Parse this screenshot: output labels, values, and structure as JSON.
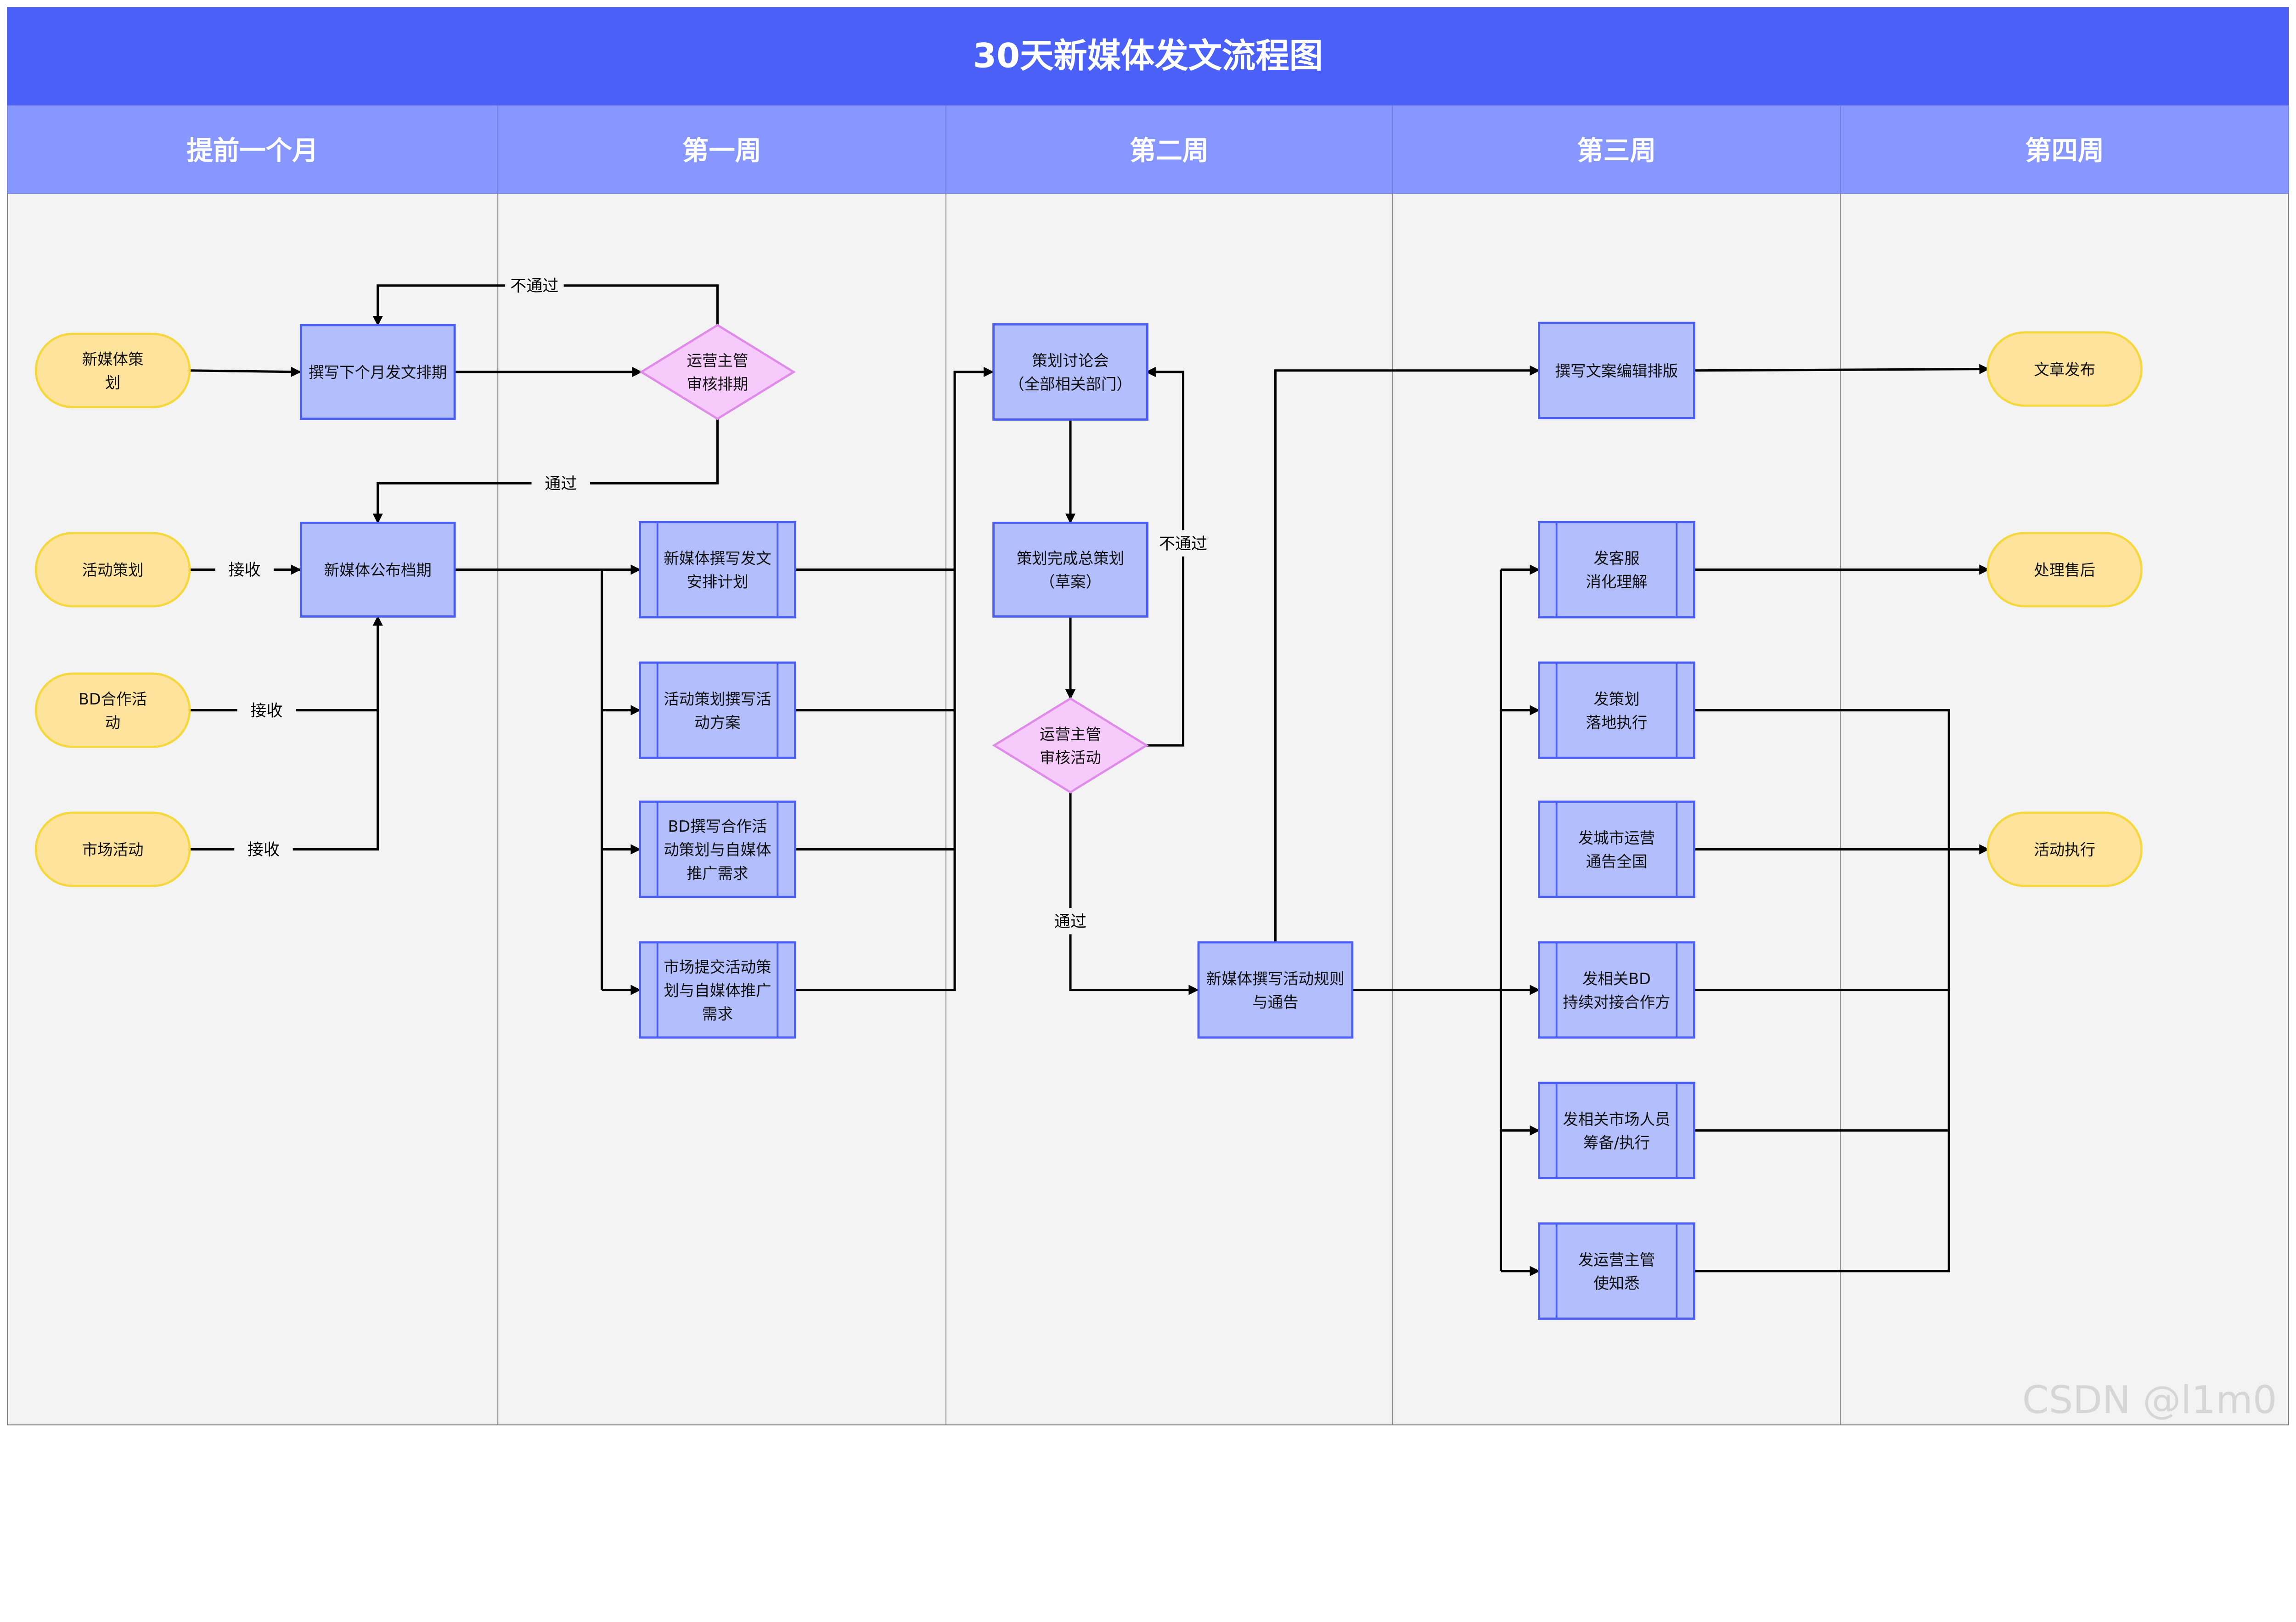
{
  "title": "30天新媒体发文流程图",
  "lanes": [
    "提前一个月",
    "第一周",
    "第二周",
    "第三周",
    "第四周"
  ],
  "colors": {
    "title_bar": "#4b60f7",
    "lane_header": "#8797ff",
    "canvas": "#f3f3f3",
    "process_fill": "#b3befd",
    "process_stroke": "#4b5ff6",
    "terminal_fill": "#fee39d",
    "terminal_stroke": "#f5d83d",
    "decision_fill": "#f6cbfb",
    "decision_stroke": "#df8be9"
  },
  "nodes": [
    {
      "id": "t-xinmeiti",
      "type": "terminal",
      "lines": [
        "新媒体策",
        "划"
      ]
    },
    {
      "id": "t-huodong",
      "type": "terminal",
      "lines": [
        "活动策划"
      ]
    },
    {
      "id": "t-bd",
      "type": "terminal",
      "lines": [
        "BD合作活",
        "动"
      ]
    },
    {
      "id": "t-shichang",
      "type": "terminal",
      "lines": [
        "市场活动"
      ]
    },
    {
      "id": "p-zhuanxie-paiqi",
      "type": "process",
      "lines": [
        "撰写下个月发文排期"
      ]
    },
    {
      "id": "d-shenhe-paiqi",
      "type": "decision",
      "lines": [
        "运营主管",
        "审核排期"
      ]
    },
    {
      "id": "p-gongbu-dangqi",
      "type": "process",
      "lines": [
        "新媒体公布档期"
      ]
    },
    {
      "id": "s-fawen-jihua",
      "type": "subprocess",
      "lines": [
        "新媒体撰写发文",
        "安排计划"
      ]
    },
    {
      "id": "s-huodong-fangan",
      "type": "subprocess",
      "lines": [
        "活动策划撰写活",
        "动方案"
      ]
    },
    {
      "id": "s-bd-xuqiu",
      "type": "subprocess",
      "lines": [
        "BD撰写合作活",
        "动策划与自媒体",
        "推广需求"
      ]
    },
    {
      "id": "s-shichang-xuqiu",
      "type": "subprocess",
      "lines": [
        "市场提交活动策",
        "划与自媒体推广",
        "需求"
      ]
    },
    {
      "id": "p-taolunhui",
      "type": "process",
      "lines": [
        "策划讨论会",
        "（全部相关部门）"
      ]
    },
    {
      "id": "p-zongcehua",
      "type": "process",
      "lines": [
        "策划完成总策划",
        "（草案）"
      ]
    },
    {
      "id": "d-shenhe-huodong",
      "type": "decision",
      "lines": [
        "运营主管",
        "审核活动"
      ]
    },
    {
      "id": "p-guize-tonggao",
      "type": "process",
      "lines": [
        "新媒体撰写活动规则",
        "与通告"
      ]
    },
    {
      "id": "p-bianji-paiban",
      "type": "process",
      "lines": [
        "撰写文案编辑排版"
      ]
    },
    {
      "id": "s-kefu",
      "type": "subprocess",
      "lines": [
        "发客服",
        "消化理解"
      ]
    },
    {
      "id": "s-cehua-luodi",
      "type": "subprocess",
      "lines": [
        "发策划",
        "落地执行"
      ]
    },
    {
      "id": "s-chengshi",
      "type": "subprocess",
      "lines": [
        "发城市运营",
        "通告全国"
      ]
    },
    {
      "id": "s-bd-duijie",
      "type": "subprocess",
      "lines": [
        "发相关BD",
        "持续对接合作方"
      ]
    },
    {
      "id": "s-shichang-renyuan",
      "type": "subprocess",
      "lines": [
        "发相关市场人员",
        "筹备/执行"
      ]
    },
    {
      "id": "s-yunying",
      "type": "subprocess",
      "lines": [
        "发运营主管",
        "使知悉"
      ]
    },
    {
      "id": "t-wenzhang-fabu",
      "type": "terminal",
      "lines": [
        "文章发布"
      ]
    },
    {
      "id": "t-shouhou",
      "type": "terminal",
      "lines": [
        "处理售后"
      ]
    },
    {
      "id": "t-huodong-zhixing",
      "type": "terminal",
      "lines": [
        "活动执行"
      ]
    }
  ],
  "edge_labels": {
    "reject_schedule": "不通过",
    "approve_schedule": "通过",
    "receive_activity": "接收",
    "receive_bd": "接收",
    "receive_market": "接收",
    "reject_activity": "不通过",
    "approve_activity": "通过"
  },
  "watermark": "CSDN @l1m0"
}
